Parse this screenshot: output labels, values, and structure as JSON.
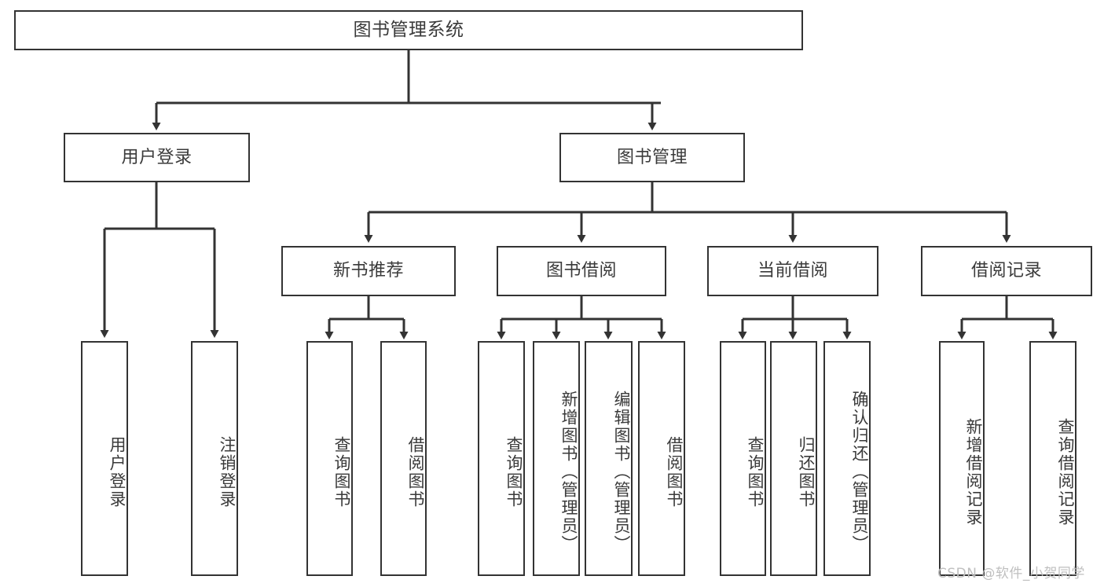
{
  "diagram": {
    "title": "图书管理系统",
    "type": "tree-hierarchy",
    "root": {
      "label": "图书管理系统"
    },
    "level2": [
      {
        "label": "用户登录"
      },
      {
        "label": "图书管理"
      }
    ],
    "level3": [
      {
        "label": "新书推荐"
      },
      {
        "label": "图书借阅"
      },
      {
        "label": "当前借阅"
      },
      {
        "label": "借阅记录"
      }
    ],
    "leaves": {
      "user_login": [
        {
          "label": "用户登录"
        },
        {
          "label": "注销登录"
        }
      ],
      "new_book_recommend": [
        {
          "label": "查询图书"
        },
        {
          "label": "借阅图书"
        }
      ],
      "book_borrow": [
        {
          "label": "查询图书"
        },
        {
          "label": "新增图书（管理员）"
        },
        {
          "label": "编辑图书（管理员）"
        },
        {
          "label": "借阅图书"
        }
      ],
      "current_borrow": [
        {
          "label": "查询图书"
        },
        {
          "label": "归还图书"
        },
        {
          "label": "确认归还（管理员）"
        }
      ],
      "borrow_record": [
        {
          "label": "新增借阅记录"
        },
        {
          "label": "查询借阅记录"
        }
      ]
    }
  },
  "watermark": {
    "text": "CSDN @软件_小贺同学"
  },
  "colors": {
    "stroke": "#333333",
    "text": "#3a3a3a",
    "background": "#ffffff",
    "watermark": "#bfbfbf"
  }
}
